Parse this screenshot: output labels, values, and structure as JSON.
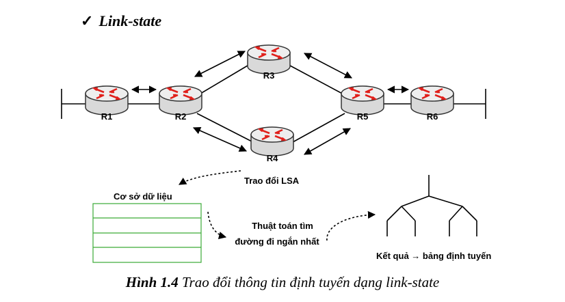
{
  "heading": {
    "check": "✓",
    "text": "Link-state"
  },
  "routers": [
    {
      "id": "r1",
      "label": "R1"
    },
    {
      "id": "r2",
      "label": "R2"
    },
    {
      "id": "r3",
      "label": "R3"
    },
    {
      "id": "r4",
      "label": "R4"
    },
    {
      "id": "r5",
      "label": "R5"
    },
    {
      "id": "r6",
      "label": "R6"
    }
  ],
  "labels": {
    "lsa_exchange": "Trao đổi LSA",
    "database": "Cơ sở dữ liệu",
    "algorithm_line1": "Thuật toán tìm",
    "algorithm_line2": "đường đi ngắn nhất",
    "result": "Kết quả → bảng định tuyến"
  },
  "caption": {
    "number": "Hình 1.4",
    "text": " Trao đổi thông tin định tuyến dạng link-state"
  },
  "colors": {
    "router_body": "#d9d9d9",
    "router_top": "#eeeeee",
    "arrow_red": "#e0201b",
    "db_border": "#3aaa35"
  }
}
